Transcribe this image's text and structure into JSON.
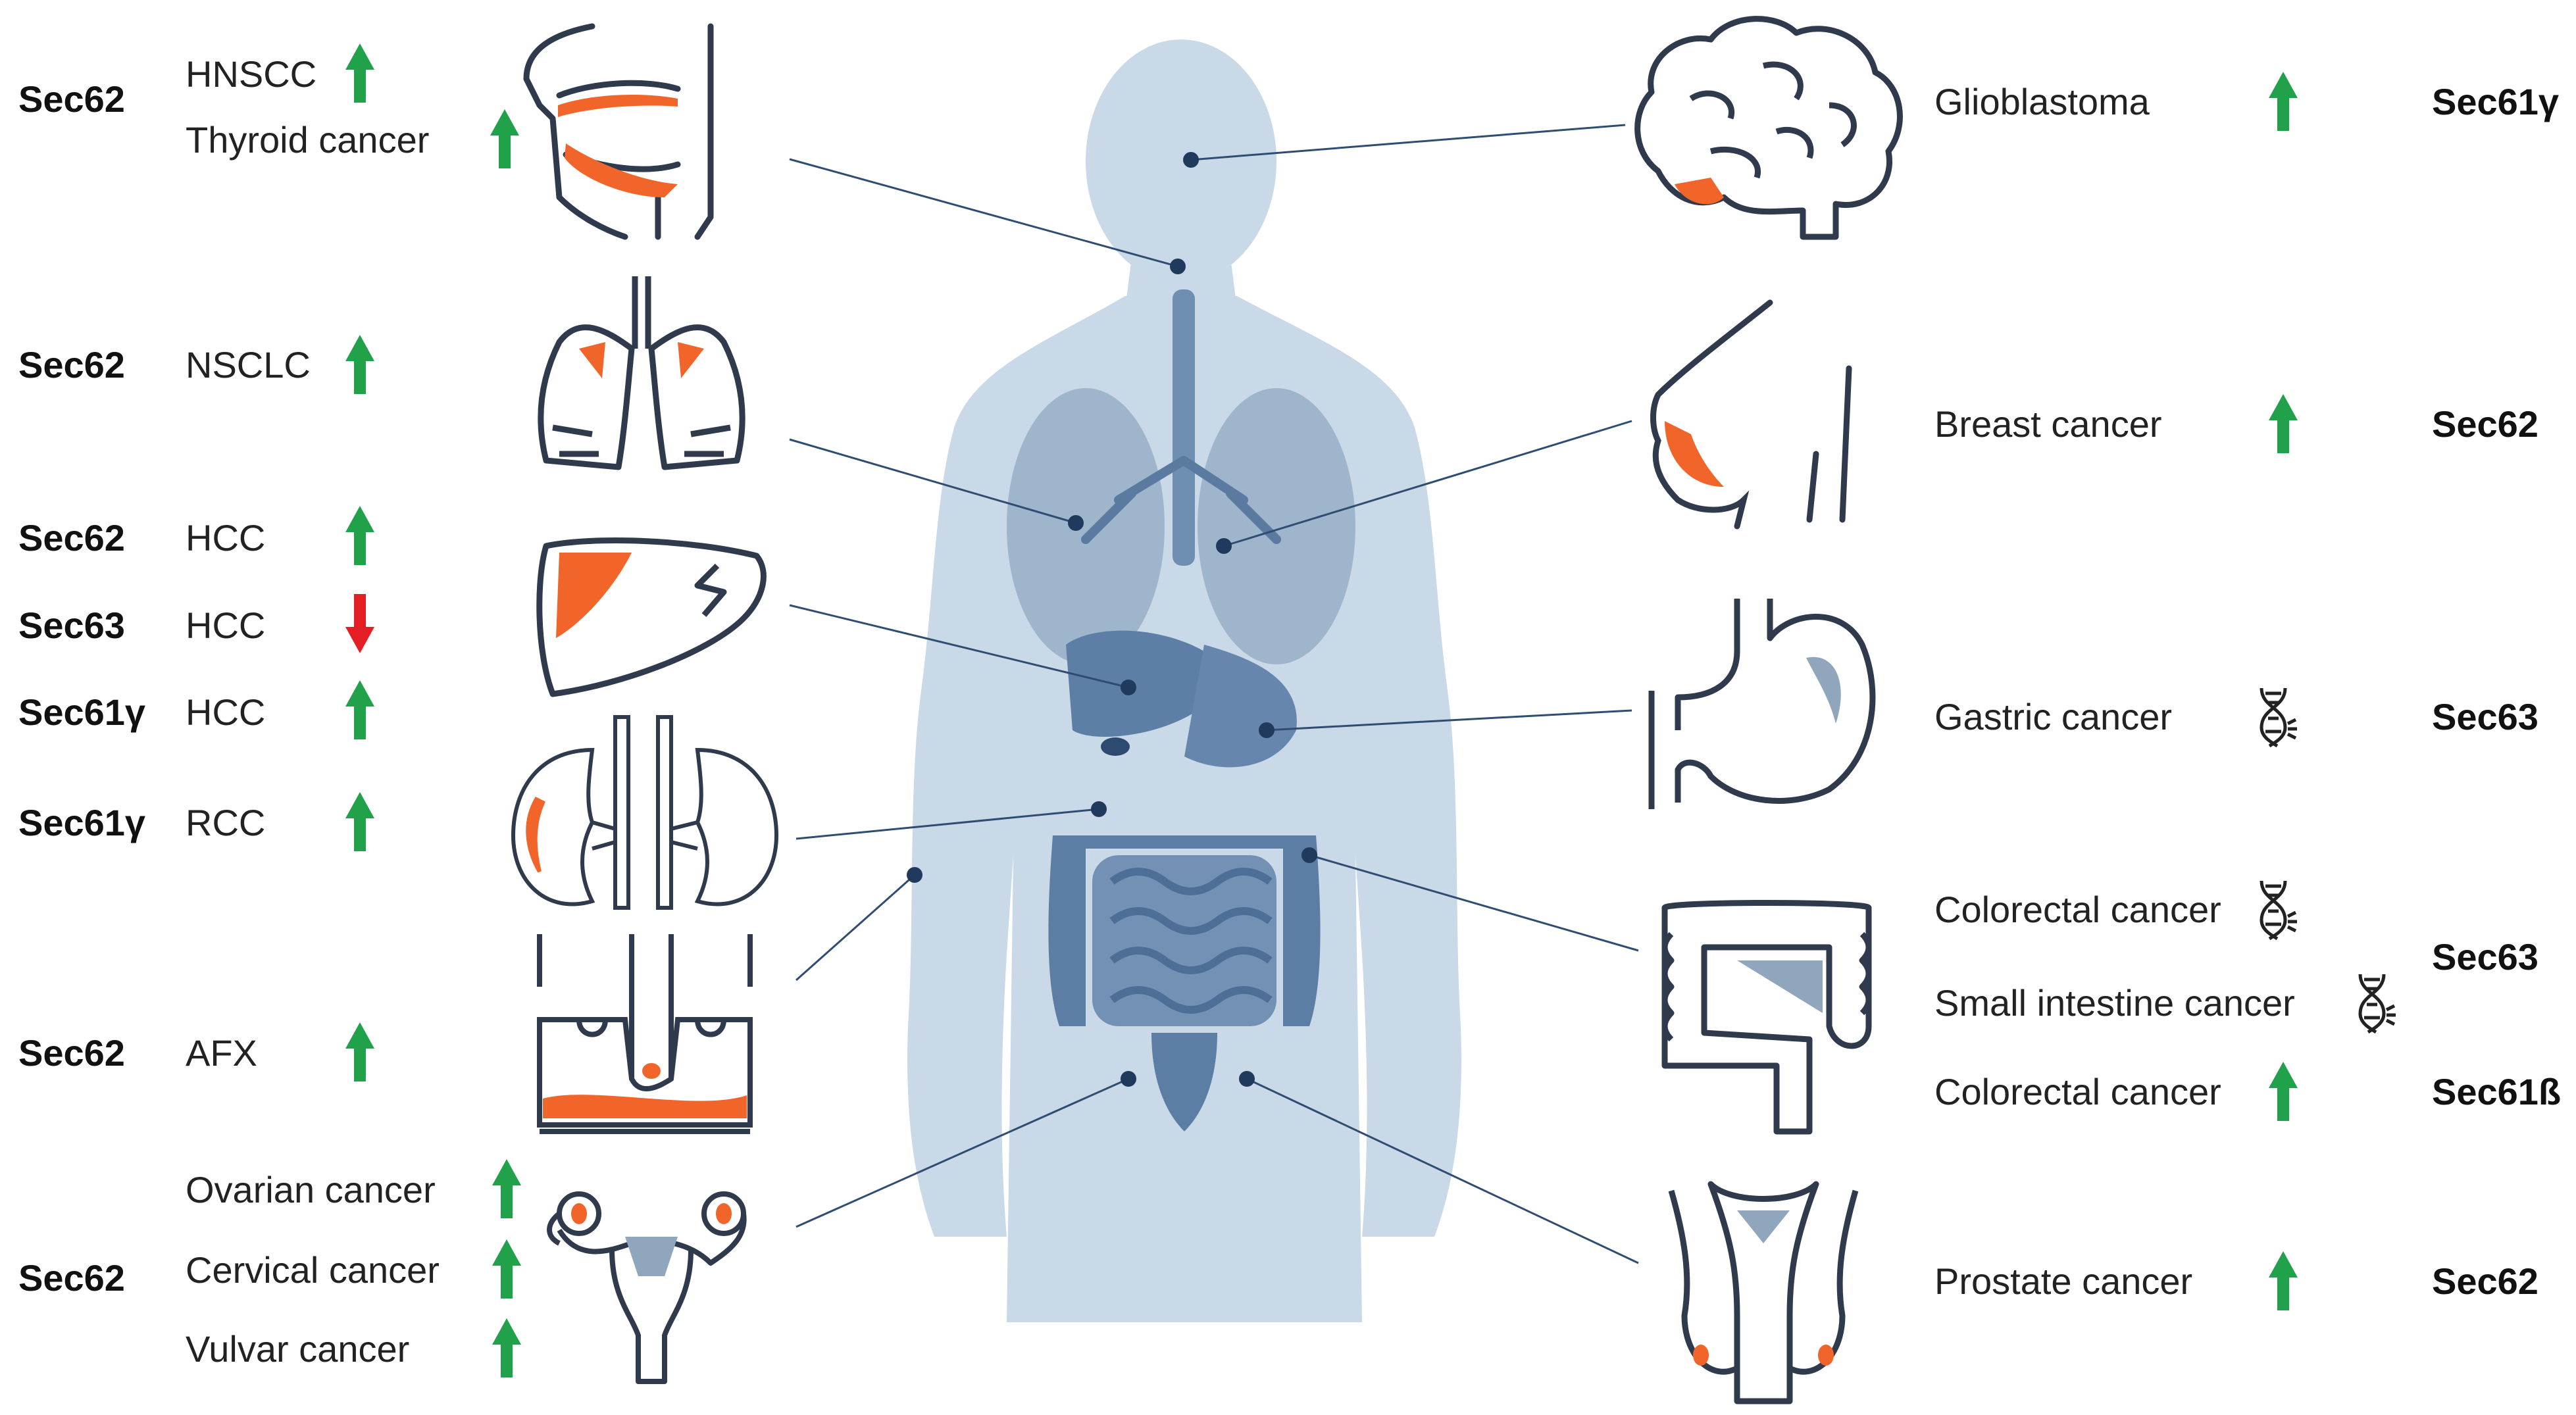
{
  "colors": {
    "body": "#c9d9e7",
    "organ": "#4e6f96",
    "line": "#2f4d72",
    "icon_stroke": "#2f3a4d",
    "highlight": "#f2652a",
    "icon_fill": "#90a6bd",
    "up_arrow": "#21a24a",
    "down_arrow": "#e31e24",
    "dna_icon": "#222222"
  },
  "left_panel": {
    "head_neck": {
      "protein": "Sec62",
      "cancers": [
        {
          "name": "HNSCC",
          "change": "up"
        },
        {
          "name": "Thyroid cancer",
          "change": "up"
        }
      ],
      "icon": "head-neck-icon"
    },
    "lung": {
      "protein": "Sec62",
      "cancers": [
        {
          "name": "NSCLC",
          "change": "up"
        }
      ],
      "icon": "lungs-icon"
    },
    "liver": {
      "rows": [
        {
          "protein": "Sec62",
          "cancer": "HCC",
          "change": "up"
        },
        {
          "protein": "Sec63",
          "cancer": "HCC",
          "change": "down"
        },
        {
          "protein": "Sec61γ",
          "cancer": "HCC",
          "change": "up"
        }
      ],
      "icon": "liver-icon"
    },
    "kidney": {
      "protein": "Sec61γ",
      "cancers": [
        {
          "name": "RCC",
          "change": "up"
        }
      ],
      "icon": "kidneys-icon"
    },
    "skin": {
      "protein": "Sec62",
      "cancers": [
        {
          "name": "AFX",
          "change": "up"
        }
      ],
      "icon": "skin-hair-follicle-icon"
    },
    "female_reproductive": {
      "protein": "Sec62",
      "cancers": [
        {
          "name": "Ovarian cancer",
          "change": "up"
        },
        {
          "name": "Cervical cancer",
          "change": "up"
        },
        {
          "name": "Vulvar cancer",
          "change": "up"
        }
      ],
      "icon": "uterus-icon"
    }
  },
  "right_panel": {
    "brain": {
      "protein": "Sec61γ",
      "cancers": [
        {
          "name": "Glioblastoma",
          "change": "up"
        }
      ],
      "icon": "brain-icon"
    },
    "breast": {
      "protein": "Sec62",
      "cancers": [
        {
          "name": "Breast cancer",
          "change": "up"
        }
      ],
      "icon": "breast-icon"
    },
    "stomach": {
      "protein": "Sec63",
      "cancers": [
        {
          "name": "Gastric cancer",
          "change": "mutation"
        }
      ],
      "icon": "stomach-icon"
    },
    "intestine": {
      "proteins": [
        "Sec63",
        "Sec61ß"
      ],
      "cancers": [
        {
          "name": "Colorectal cancer",
          "change": "mutation"
        },
        {
          "name": "Small intestine cancer",
          "change": "mutation"
        },
        {
          "name": "Colorectal cancer",
          "change": "up"
        }
      ],
      "icon": "colon-icon"
    },
    "prostate": {
      "protein": "Sec62",
      "cancers": [
        {
          "name": "Prostate cancer",
          "change": "up"
        }
      ],
      "icon": "male-reproductive-icon"
    }
  },
  "legend_icons": {
    "up": "up-arrow-icon",
    "down": "down-arrow-icon",
    "mutation": "dna-mutation-icon"
  }
}
